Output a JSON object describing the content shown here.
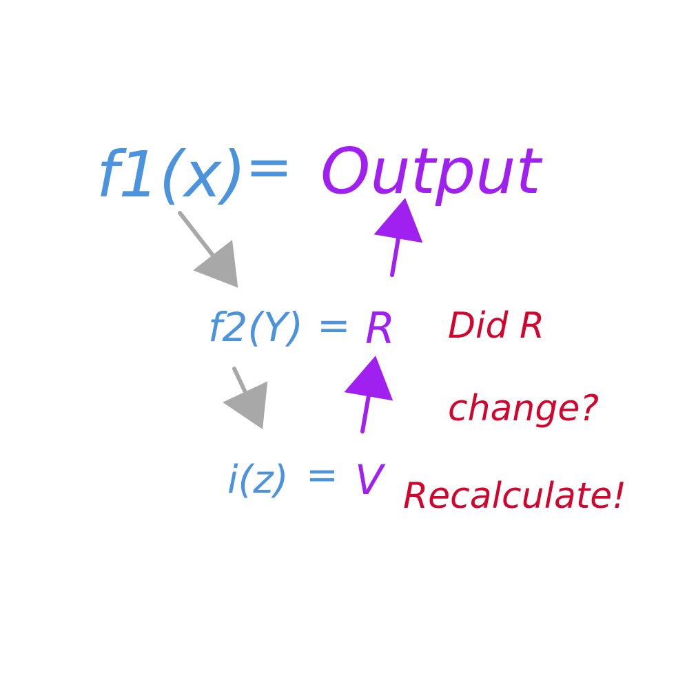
{
  "diagram": {
    "row1": {
      "lhs": "f1(x)",
      "eq": "=",
      "rhs": "Output"
    },
    "row2": {
      "lhs": "f2(Y)",
      "eq": "=",
      "rhs": "R"
    },
    "row3": {
      "lhs": "i(z)",
      "eq": "=",
      "rhs": "V"
    },
    "annotations": {
      "question_line1": "Did R",
      "question_line2": "change?",
      "action": "Recalculate!"
    }
  },
  "colors": {
    "blue": "#4b93dd",
    "purple": "#a020f0",
    "red": "#d1052d",
    "gray": "#a8a8a8"
  },
  "arrows": [
    {
      "name": "f1-to-f2-arrow",
      "color": "gray",
      "direction": "down"
    },
    {
      "name": "f2-to-i-arrow",
      "color": "gray",
      "direction": "down"
    },
    {
      "name": "v-to-r-arrow",
      "color": "purple",
      "direction": "up"
    },
    {
      "name": "r-to-output-arrow",
      "color": "purple",
      "direction": "up"
    }
  ]
}
